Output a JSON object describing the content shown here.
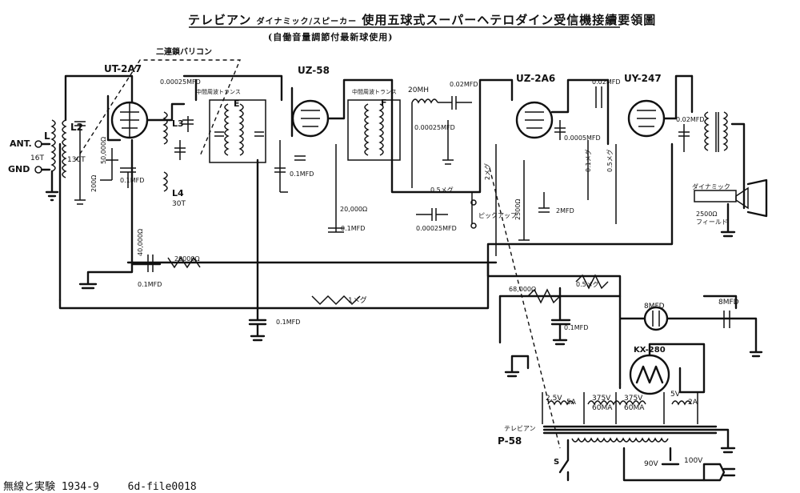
{
  "title": {
    "lead": "テレビアン",
    "dyn1": "ダイナミック",
    "dyn2": "スピーカー",
    "main": "使用五球式スーパーヘテロダイン受信機接續要領圖"
  },
  "subtitle": "(自働音量調節付最新球使用)",
  "labels": {
    "ant": "ANT.",
    "gnd": "GND",
    "coil_l": "L",
    "coil_l2": "L2",
    "coil_l3": "L3",
    "coil_l4": "L4",
    "turns_16": "16T",
    "turns_130": "130T",
    "turns_30": "30T",
    "gang_cap": "二連鎖バリコン",
    "tube1": "UT-2A7",
    "tube2": "UZ-58",
    "tube3": "UZ-2A6",
    "tube4": "UY-247",
    "rect": "KX-280",
    "if_trans_e": "中間周波トランス",
    "if_trans_f": "中間周波トランス",
    "mark_e": "E",
    "mark_f": "F",
    "c_00025a": "0.00025MFD",
    "c_00025b": "0.00025MFD",
    "c_00025c": "0.00025MFD",
    "c_0005": "0.0005MFD",
    "c_002a": "0.02MFD",
    "c_002b": "0.02MFD",
    "c_002c": "0.02MFD",
    "c_01a": "0.1MFD",
    "c_01b": "0.1MFD",
    "c_01c": "0.1MFD",
    "c_01d": "0.1MFD",
    "c_01e": "0.1MFD",
    "c_01f": "0.1MFD",
    "c_2mfd": "2MFD",
    "c_8a": "8MFD",
    "c_8b": "8MFD",
    "r_200": "200Ω",
    "r_50000": "50,000Ω",
    "r_40000": "40,000Ω",
    "r_20000a": "20000Ω",
    "r_20000b": "20,000Ω",
    "r_1meg": "1メグ",
    "r_05a": "0.5メグ",
    "r_05b": "0.5メグ",
    "r_05c": "0.5メグ",
    "r_68000": "68,000Ω",
    "r_2500a": "2500Ω",
    "r_2500b": "2500Ω",
    "r_2meg": "2メグ",
    "r_01meg": "0.1メグ",
    "coil_20mh": "20MH",
    "pickup": "ピックアップ",
    "field": "フィールド",
    "dyn_sp": "ダイナミック",
    "pt_v375a": "375V",
    "pt_ma60a": "60MA",
    "pt_v375b": "375V",
    "pt_ma60b": "60MA",
    "pt_v25": "2.5V",
    "pt_a5": "5A",
    "pt_v5": "5V",
    "pt_a2": "2A",
    "pt_brand": "テレビアン",
    "pt_model": "P-58",
    "tap_90": "90V",
    "tap_100": "100V",
    "switch": "S"
  },
  "footer": {
    "source": "無線と実験 1934-9",
    "file": "6d-file0018"
  }
}
